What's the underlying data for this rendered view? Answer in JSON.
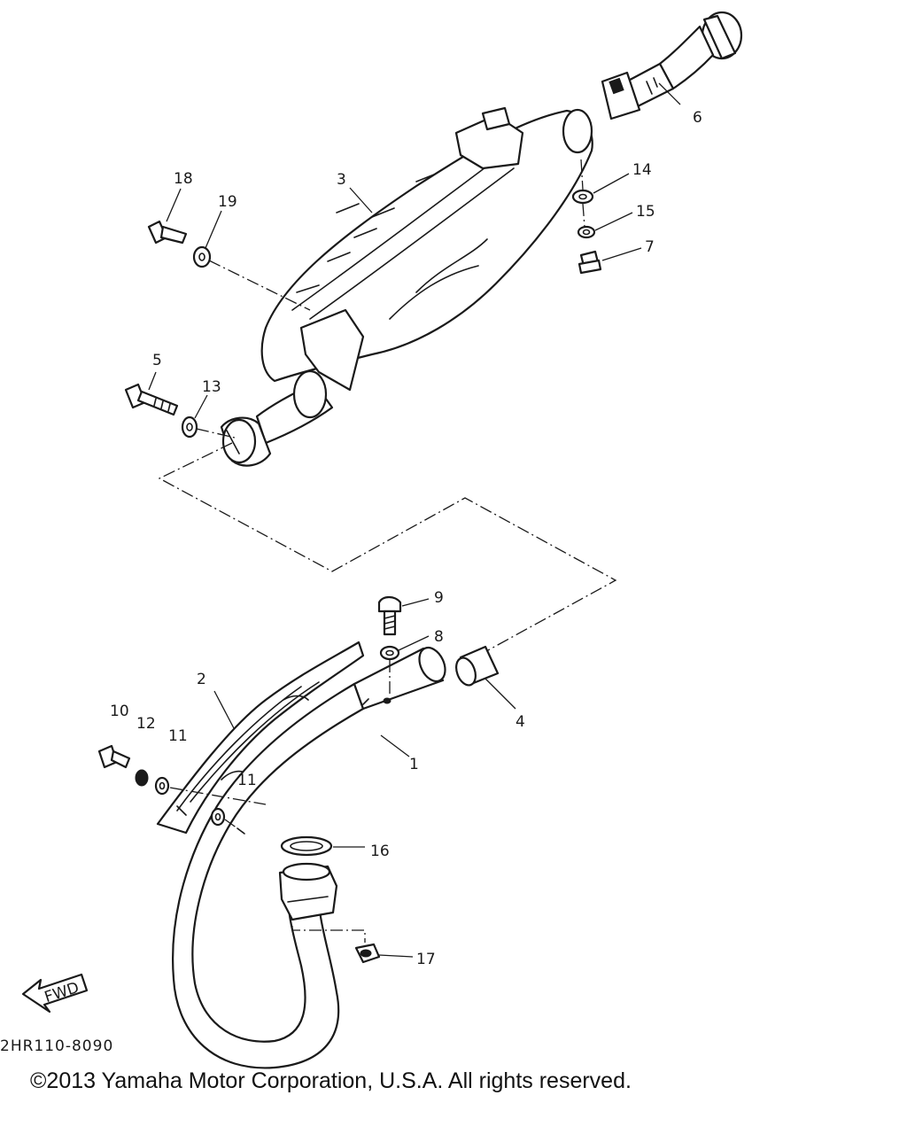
{
  "diagram_code": "2HR110-8090",
  "fwd_label": "FWD",
  "copyright": "©2013 Yamaha Motor Corporation, U.S.A. All rights reserved.",
  "callouts": {
    "c1": "1",
    "c2": "2",
    "c3": "3",
    "c4": "4",
    "c5": "5",
    "c6": "6",
    "c7": "7",
    "c8": "8",
    "c9": "9",
    "c10": "10",
    "c11a": "11",
    "c11b": "11",
    "c12": "12",
    "c13": "13",
    "c14": "14",
    "c15": "15",
    "c16": "16",
    "c17": "17",
    "c18": "18",
    "c19": "19"
  }
}
